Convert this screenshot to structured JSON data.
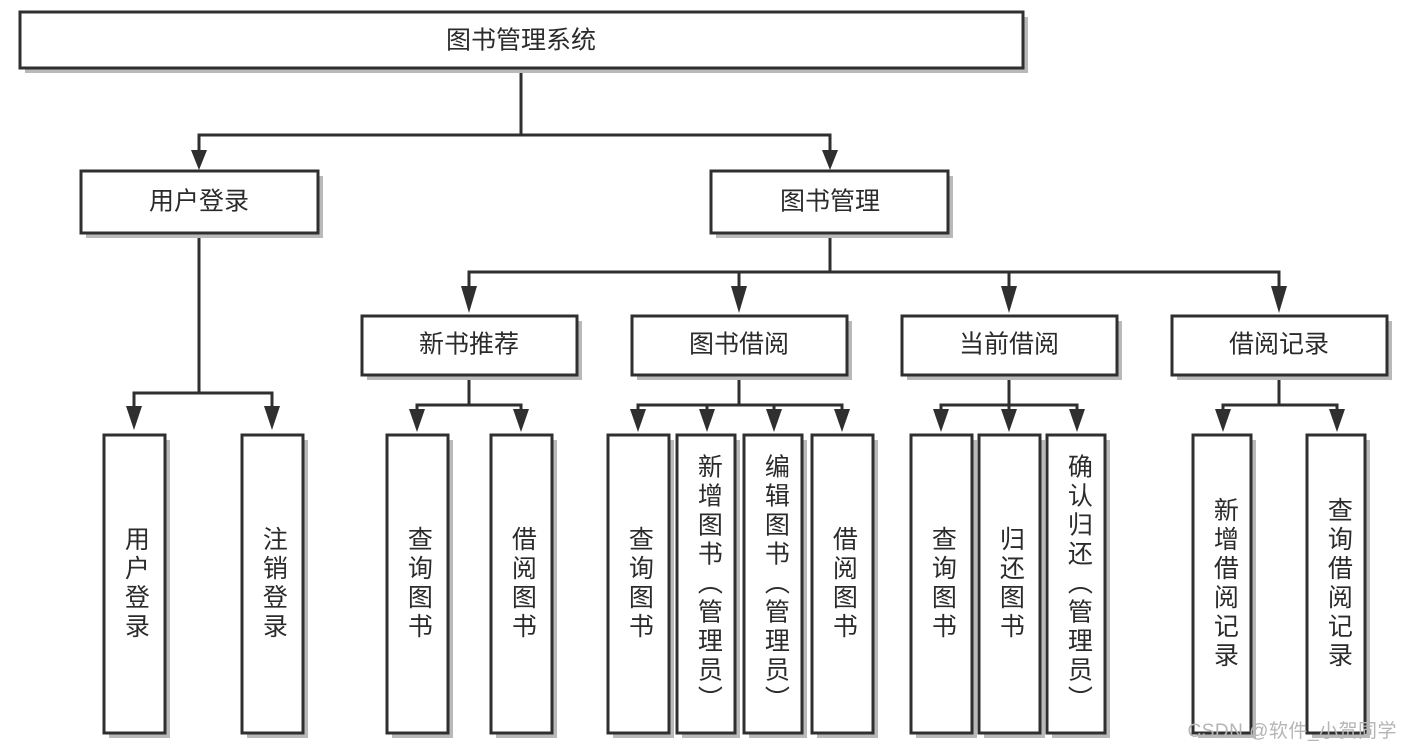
{
  "diagram": {
    "type": "hierarchy-tree",
    "title": "图书管理系统",
    "watermark": "CSDN @软件_小贺同学",
    "colors": {
      "background": "#ffffff",
      "stroke": "#2f2f2f",
      "shadow": "#b9b9b9",
      "text": "#2b2b2b",
      "watermark": "#b5b5b5"
    },
    "levels": {
      "root": {
        "label": "图书管理系统"
      },
      "level2": [
        {
          "label": "用户登录"
        },
        {
          "label": "图书管理"
        }
      ],
      "level3": [
        {
          "label": "新书推荐"
        },
        {
          "label": "图书借阅"
        },
        {
          "label": "当前借阅"
        },
        {
          "label": "借阅记录"
        }
      ],
      "leaves": {
        "user_login": [
          {
            "label": "用户登录"
          },
          {
            "label": "注销登录"
          }
        ],
        "new_book_recommend": [
          {
            "label": "查询图书"
          },
          {
            "label": "借阅图书"
          }
        ],
        "book_borrow": [
          {
            "label": "查询图书"
          },
          {
            "label": "新增图书（管理员）"
          },
          {
            "label": "编辑图书（管理员）"
          },
          {
            "label": "借阅图书"
          }
        ],
        "current_borrow": [
          {
            "label": "查询图书"
          },
          {
            "label": "归还图书"
          },
          {
            "label": "确认归还（管理员）"
          }
        ],
        "borrow_record": [
          {
            "label": "新增借阅记录"
          },
          {
            "label": "查询借阅记录"
          }
        ]
      }
    }
  }
}
